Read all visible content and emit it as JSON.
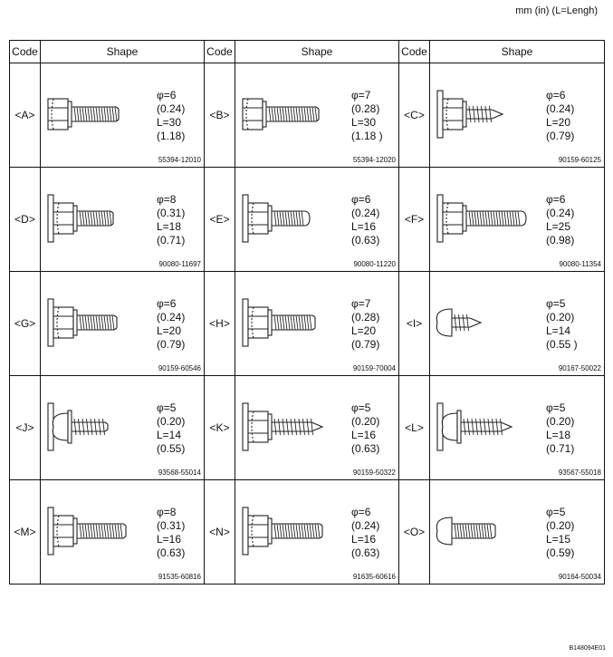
{
  "units_note": "mm (in) (L=Lengh)",
  "headers": {
    "code": "Code",
    "shape": "Shape"
  },
  "figure_id": "B148094E01",
  "fasteners": [
    {
      "code": "<A>",
      "dia": "φ=6",
      "dia_in": "(0.24)",
      "len": "L=30",
      "len_in": "(1.18)",
      "part_no": "55394-12010",
      "head": "hex",
      "washer": false,
      "thread": "machine",
      "tip": "cut",
      "shank": 52
    },
    {
      "code": "<B>",
      "dia": "φ=7",
      "dia_in": "(0.28)",
      "len": "L=30",
      "len_in": "(1.18 )",
      "part_no": "55394-12020",
      "head": "hex",
      "washer": false,
      "thread": "machine",
      "tip": "cut",
      "shank": 58
    },
    {
      "code": "<C>",
      "dia": "φ=6",
      "dia_in": "(0.24)",
      "len": "L=20",
      "len_in": "(0.79)",
      "part_no": "90159-60125",
      "head": "hex",
      "washer": true,
      "thread": "tapping",
      "tip": "point",
      "shank": 40
    },
    {
      "code": "<D>",
      "dia": "φ=8",
      "dia_in": "(0.31)",
      "len": "L=18",
      "len_in": "(0.71)",
      "part_no": "90080-11697",
      "head": "hex",
      "washer": true,
      "thread": "machine",
      "tip": "cut",
      "shank": 40
    },
    {
      "code": "<E>",
      "dia": "φ=6",
      "dia_in": "(0.24)",
      "len": "L=16",
      "len_in": "(0.63)",
      "part_no": "90080-11220",
      "head": "hex",
      "washer": true,
      "thread": "machine",
      "tip": "round",
      "shank": 42
    },
    {
      "code": "<F>",
      "dia": "φ=6",
      "dia_in": "(0.24)",
      "len": "L=25",
      "len_in": "(0.98)",
      "part_no": "90080-11354",
      "head": "hex",
      "washer": true,
      "thread": "machine",
      "tip": "round",
      "shank": 66
    },
    {
      "code": "<G>",
      "dia": "φ=6",
      "dia_in": "(0.24)",
      "len": "L=20",
      "len_in": "(0.79)",
      "part_no": "90159-60546",
      "head": "hex",
      "washer": true,
      "thread": "machine",
      "tip": "cut",
      "shank": 44
    },
    {
      "code": "<H>",
      "dia": "φ=7",
      "dia_in": "(0.28)",
      "len": "L=20",
      "len_in": "(0.79)",
      "part_no": "90159-70004",
      "head": "hex",
      "washer": true,
      "thread": "machine",
      "tip": "cut",
      "shank": 48
    },
    {
      "code": "<I>",
      "dia": "φ=5",
      "dia_in": "(0.20)",
      "len": "L=14",
      "len_in": "(0.55 )",
      "part_no": "90167-50022",
      "head": "pan",
      "washer": false,
      "thread": "tapping",
      "tip": "point",
      "shank": 32
    },
    {
      "code": "<J>",
      "dia": "φ=5",
      "dia_in": "(0.20)",
      "len": "L=14",
      "len_in": "(0.55)",
      "part_no": "93568-55014",
      "head": "pan",
      "washer": true,
      "thread": "tapping",
      "tip": "cut",
      "shank": 40
    },
    {
      "code": "<K>",
      "dia": "φ=5",
      "dia_in": "(0.20)",
      "len": "L=16",
      "len_in": "(0.63)",
      "part_no": "90159-50322",
      "head": "hex",
      "washer": true,
      "thread": "tapping",
      "tip": "point",
      "shank": 56
    },
    {
      "code": "<L>",
      "dia": "φ=5",
      "dia_in": "(0.20)",
      "len": "L=18",
      "len_in": "(0.71)",
      "part_no": "93567-55018",
      "head": "pan",
      "washer": true,
      "thread": "tapping",
      "tip": "point",
      "shank": 56
    },
    {
      "code": "<M>",
      "dia": "φ=8",
      "dia_in": "(0.31)",
      "len": "L=16",
      "len_in": "(0.63)",
      "part_no": "91535-60816",
      "head": "hex",
      "washer": true,
      "thread": "machine",
      "tip": "flat",
      "shank": 54
    },
    {
      "code": "<N>",
      "dia": "φ=6",
      "dia_in": "(0.24)",
      "len": "L=16",
      "len_in": "(0.63)",
      "part_no": "91635-60616",
      "head": "hex",
      "washer": true,
      "thread": "machine",
      "tip": "flat",
      "shank": 56
    },
    {
      "code": "<O>",
      "dia": "φ=5",
      "dia_in": "(0.20)",
      "len": "L=15",
      "len_in": "(0.59)",
      "part_no": "90164-50034",
      "head": "pan",
      "washer": false,
      "thread": "machine",
      "tip": "cut",
      "shank": 48
    }
  ]
}
